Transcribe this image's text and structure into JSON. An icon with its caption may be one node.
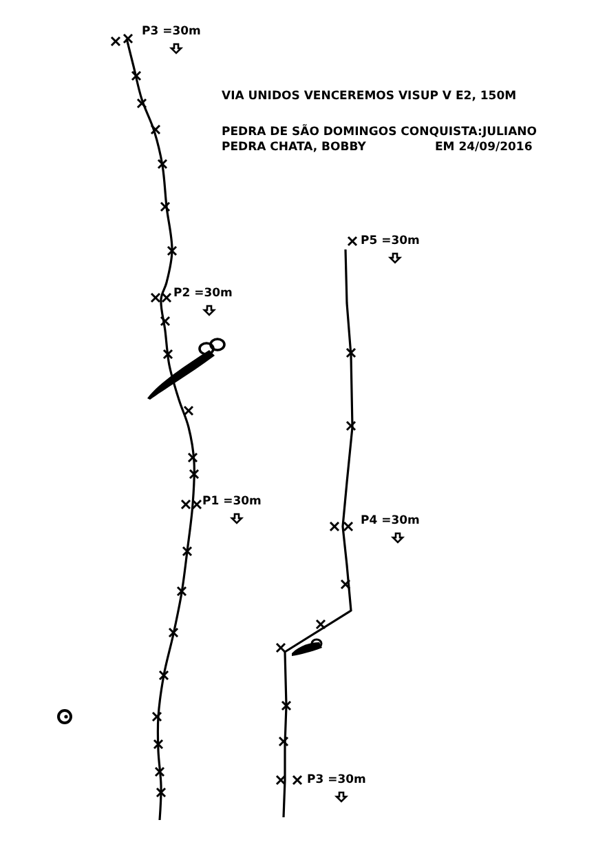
{
  "diagram": {
    "title": "VIA UNIDOS VENCEREMOS VISUP V E2, 150M",
    "labels": [
      "P3 =30m",
      "PEDRA DE SÃO DOMINGOS CONQUISTA:JULIANO",
      "PEDRA CHATA, BOBBY",
      "EM 24/09/2016",
      "P5 =30m",
      "P2 =30m",
      "P1 =30m",
      "P4 =30m",
      "P3 =30m"
    ]
  }
}
